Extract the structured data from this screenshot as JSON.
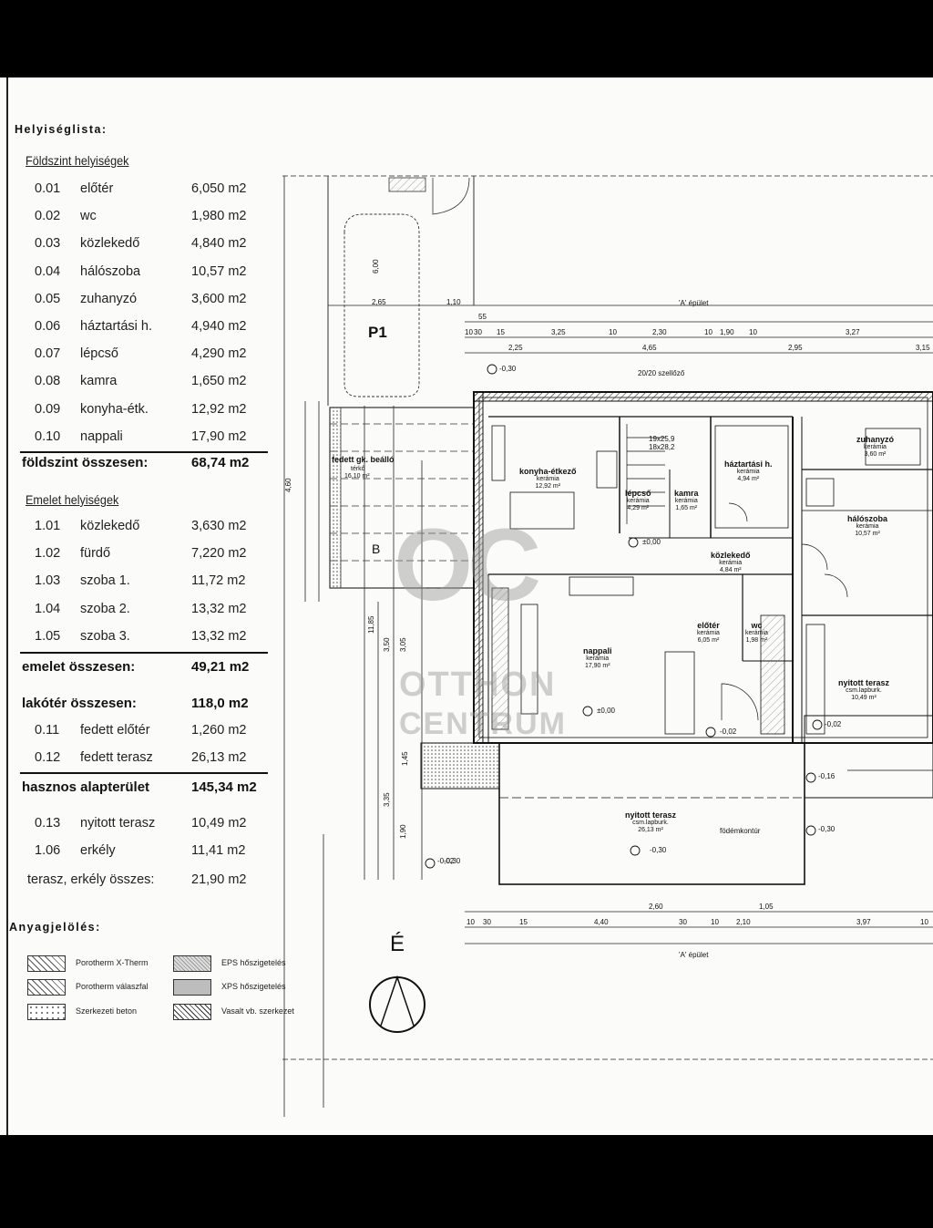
{
  "room_list": {
    "title": "Helyiséglista:",
    "ground_floor": {
      "heading": "Földszint helyiségek",
      "rooms": [
        {
          "code": "0.01",
          "name": "előtér",
          "area": "6,050 m2"
        },
        {
          "code": "0.02",
          "name": "wc",
          "area": "1,980 m2"
        },
        {
          "code": "0.03",
          "name": "közlekedő",
          "area": "4,840 m2"
        },
        {
          "code": "0.04",
          "name": "hálószoba",
          "area": "10,57 m2"
        },
        {
          "code": "0.05",
          "name": "zuhanyzó",
          "area": "3,600 m2"
        },
        {
          "code": "0.06",
          "name": "háztartási h.",
          "area": "4,940 m2"
        },
        {
          "code": "0.07",
          "name": "lépcső",
          "area": "4,290 m2"
        },
        {
          "code": "0.08",
          "name": "kamra",
          "area": "1,650 m2"
        },
        {
          "code": "0.09",
          "name": "konyha-étk.",
          "area": "12,92 m2"
        },
        {
          "code": "0.10",
          "name": "nappali",
          "area": "17,90 m2"
        }
      ],
      "total_label": "földszint összesen:",
      "total": "68,74 m2"
    },
    "upper_floor": {
      "heading": "Emelet helyiségek",
      "rooms": [
        {
          "code": "1.01",
          "name": "közlekedő",
          "area": "3,630 m2"
        },
        {
          "code": "1.02",
          "name": "fürdő",
          "area": "7,220 m2"
        },
        {
          "code": "1.03",
          "name": "szoba 1.",
          "area": "11,72 m2"
        },
        {
          "code": "1.04",
          "name": "szoba 2.",
          "area": "13,32 m2"
        },
        {
          "code": "1.05",
          "name": "szoba 3.",
          "area": "13,32 m2"
        }
      ],
      "total_label": "emelet összesen:",
      "total": "49,21 m2"
    },
    "living_total_label": "lakótér összesen:",
    "living_total": "118,0 m2",
    "covered": [
      {
        "code": "0.11",
        "name": "fedett előtér",
        "area": "1,260 m2"
      },
      {
        "code": "0.12",
        "name": "fedett terasz",
        "area": "26,13 m2"
      }
    ],
    "useful_label": "hasznos alapterület",
    "useful_total": "145,34 m2",
    "open_areas": [
      {
        "code": "0.13",
        "name": "nyitott terasz",
        "area": "10,49 m2"
      },
      {
        "code": "1.06",
        "name": "erkély",
        "area": "11,41 m2"
      }
    ],
    "open_total_label": "terasz, erkély összes:",
    "open_total": "21,90 m2"
  },
  "materials": {
    "title": "Anyagjelölés:",
    "items": [
      "Porotherm X-Therm",
      "Porotherm válaszfal",
      "Szerkezeti beton",
      "EPS hőszigetelés",
      "XPS hőszigetelés",
      "Vasalt vb. szerkezet"
    ]
  },
  "plan": {
    "parking": "P1",
    "gallery_label": "fedett gk. beálló",
    "gallery_sub": "térkő",
    "gallery_area": "16,10 m²",
    "b_label": "B",
    "building_label": "'A' épület",
    "north": "É",
    "rooms": [
      {
        "name": "konyha-étkező",
        "sub": "kerámia",
        "area": "12,92 m²"
      },
      {
        "name": "lépcső",
        "sub": "kerámia",
        "area": "4,29 m²"
      },
      {
        "name": "kamra",
        "sub": "kerámia",
        "area": "1,65 m²"
      },
      {
        "name": "háztartási h.",
        "sub": "kerámia",
        "area": "4,94 m²"
      },
      {
        "name": "zuhanyzó",
        "sub": "kerámia",
        "area": "3,60 m²"
      },
      {
        "name": "hálószoba",
        "sub": "kerámia",
        "area": "10,57 m²"
      },
      {
        "name": "közlekedő",
        "sub": "kerámia",
        "area": "4,84 m²"
      },
      {
        "name": "előtér",
        "sub": "kerámia",
        "area": "6,05 m²"
      },
      {
        "name": "wc",
        "sub": "kerámia",
        "area": "1,98 m²"
      },
      {
        "name": "nappali",
        "sub": "kerámia",
        "area": "17,90 m²"
      },
      {
        "name": "nyitott terasz",
        "sub": "csm.lapburk.",
        "area": "10,49 m²"
      },
      {
        "name": "nyitott terasz",
        "sub": "csm.lapburk.",
        "area": "26,13 m²"
      }
    ],
    "elevations": [
      "-0,30",
      "-0,30",
      "±0,00",
      "±0,00",
      "-0,02",
      "-0,02",
      "-0,16",
      "-0,30",
      "-0,30",
      "-0,02"
    ],
    "misc_labels": [
      "20/20 szellőző",
      "födémkontúr",
      "19x25,9",
      "18x28,2"
    ],
    "dims_top": [
      "1,10",
      "2,65",
      "55",
      "10",
      "30",
      "15",
      "3,25",
      "10",
      "2,30",
      "10",
      "1,90",
      "10",
      "3,27",
      "2,25",
      "4,65",
      "2,95",
      "3,15"
    ],
    "dims_bottom": [
      "10",
      "30",
      "15",
      "4,40",
      "30",
      "2,10",
      "10",
      "2,60",
      "1,05",
      "3,97",
      "10"
    ],
    "dims_left": [
      "4,60",
      "11,85",
      "3,50",
      "3,05",
      "1,45",
      "3,35",
      "1,90",
      "6,00"
    ],
    "watermark": [
      "OC",
      "OTTHON",
      "CENTRUM"
    ]
  }
}
